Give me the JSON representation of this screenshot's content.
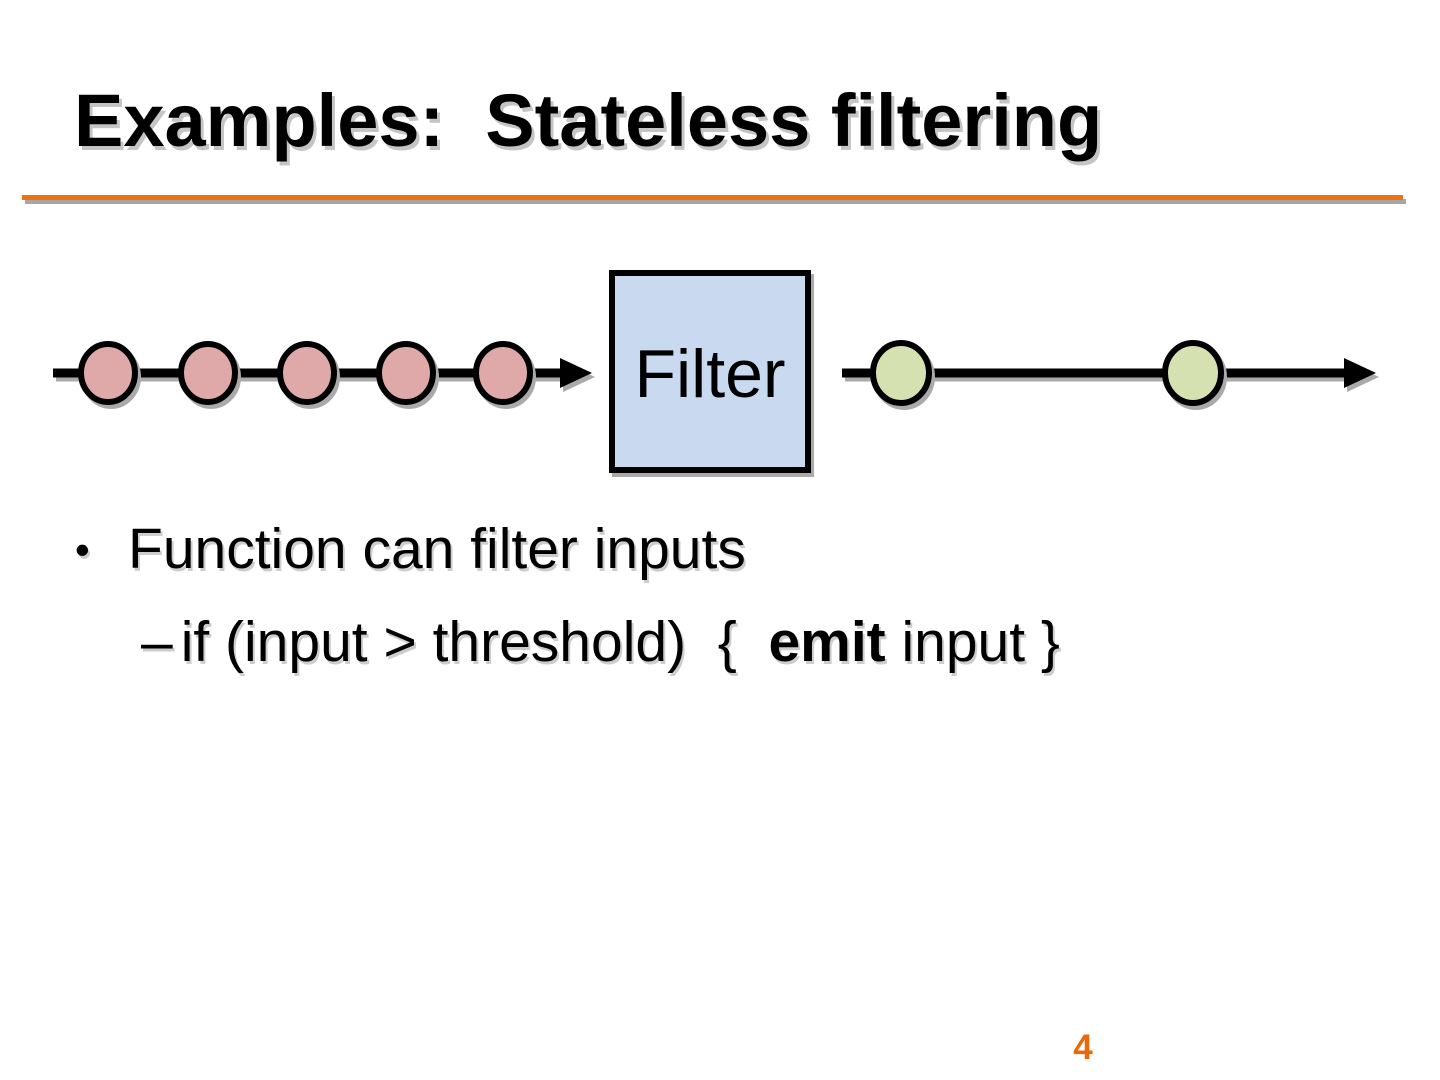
{
  "slide": {
    "title": "Examples:  Stateless filtering",
    "page_number": "4",
    "colors": {
      "accent_line": "#ee720e",
      "shadow_gray": "#a6a6a6",
      "input_item_fill": "#dea9a8",
      "output_item_fill": "#d6e1b2",
      "filter_box_fill": "#c9d9ef",
      "stroke_black": "#000000",
      "page_number_orange": "#e8690b"
    },
    "diagram": {
      "filter_label": "Filter",
      "input_item_count": 5,
      "output_item_count": 2,
      "input_items_fill_name": "pink",
      "output_items_fill_name": "green"
    },
    "bullets": {
      "level1_glyph": "•",
      "level1": "Function can filter inputs",
      "level2_dash": "–",
      "level2_prefix": "if (input > threshold)  {  ",
      "level2_bold": "emit",
      "level2_suffix": " input }"
    }
  }
}
